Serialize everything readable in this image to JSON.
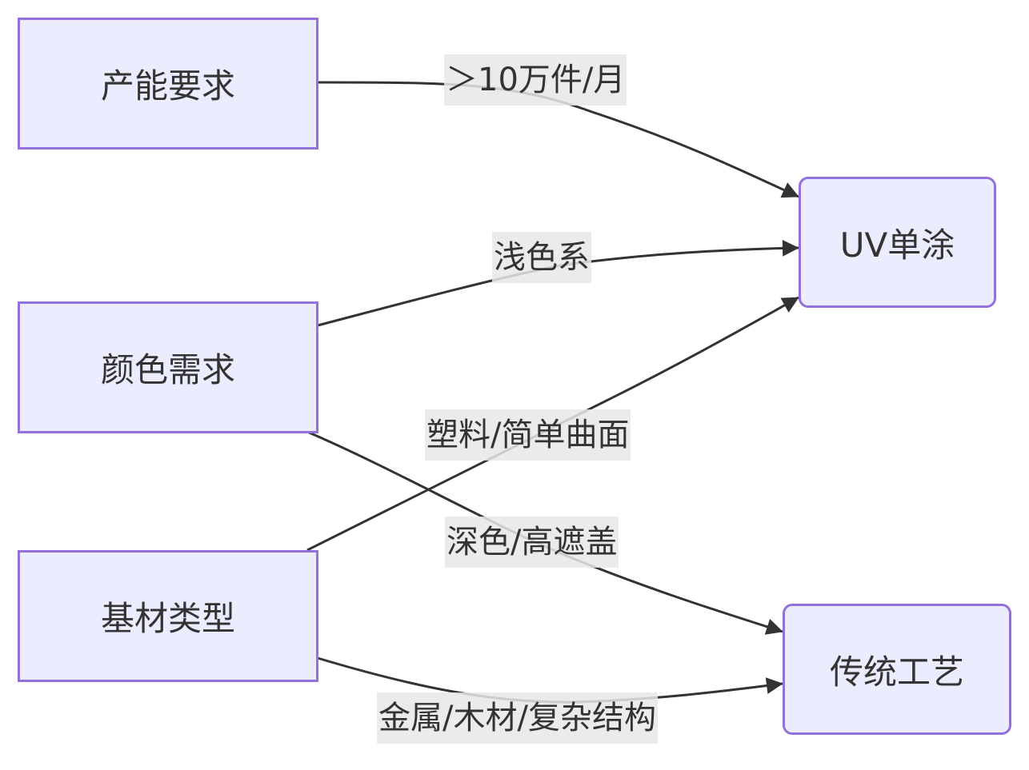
{
  "nodes": {
    "capacity": "产能要求",
    "color": "颜色需求",
    "substrate": "基材类型",
    "uv": "UV单涂",
    "traditional": "传统工艺"
  },
  "edges": {
    "capacity_to_uv": "＞10万件/月",
    "color_to_uv": "浅色系",
    "substrate_to_uv": "塑料/简单曲面",
    "color_to_traditional": "深色/高遮盖",
    "substrate_to_traditional": "金属/木材/复杂结构"
  },
  "colors": {
    "node_fill": "#ececff",
    "node_border": "#9370db",
    "edge": "#333333",
    "label_bg": "#e8e8e8"
  }
}
